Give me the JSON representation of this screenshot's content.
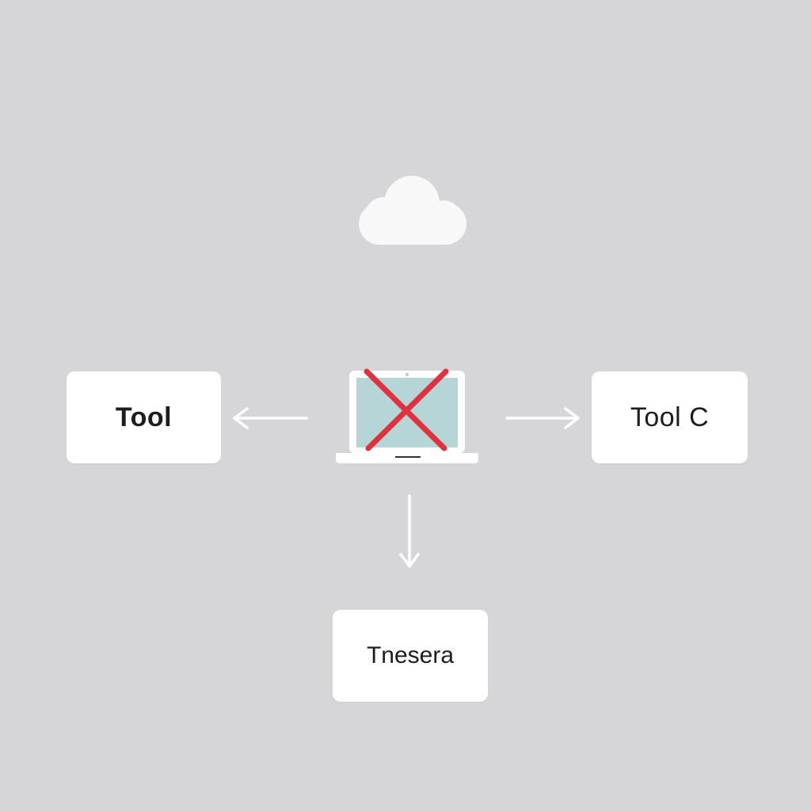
{
  "diagram": {
    "nodes": {
      "left": {
        "label": "Tool"
      },
      "right": {
        "label": "Tool C"
      },
      "bottom": {
        "label": "Tnesera"
      }
    },
    "center": {
      "icon": "laptop-crossed-icon"
    },
    "top": {
      "icon": "cloud-icon"
    },
    "edges": [
      {
        "from": "center",
        "to": "left"
      },
      {
        "from": "center",
        "to": "right"
      },
      {
        "from": "center",
        "to": "bottom"
      }
    ]
  },
  "colors": {
    "background": "#d6d6d8",
    "card": "#ffffff",
    "screen": "#b6d5d6",
    "cross": "#e0313f",
    "arrow": "#ffffff",
    "text": "#1d1d1f"
  }
}
